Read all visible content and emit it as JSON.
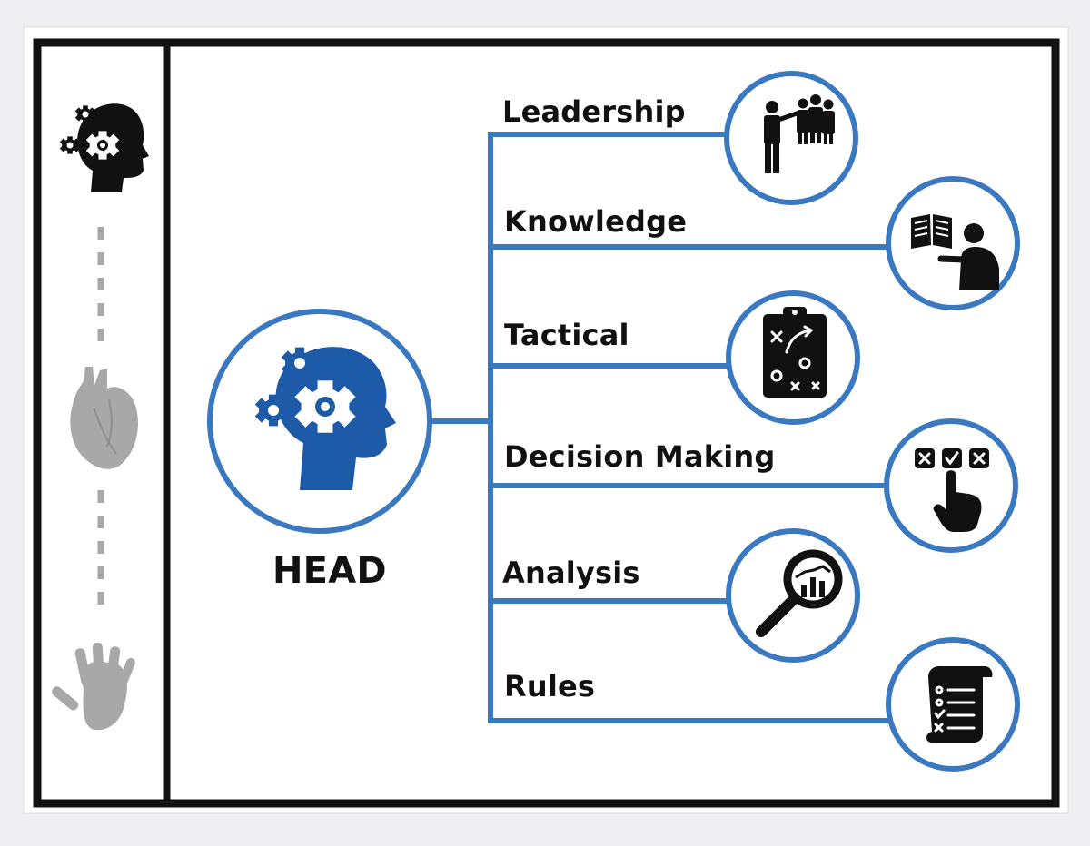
{
  "colors": {
    "accent": "#3a78c0",
    "icon_blue": "#1d5aa8",
    "frame": "#111111",
    "muted_icon": "#a8a8a8",
    "background": "#efeff1"
  },
  "sidebar": {
    "icons": [
      "head-gears-icon",
      "heart-icon",
      "hand-print-icon"
    ]
  },
  "center": {
    "label": "HEAD",
    "icon": "head-gears-icon"
  },
  "branches": [
    {
      "label": "Leadership",
      "icon": "leader-group-icon"
    },
    {
      "label": "Knowledge",
      "icon": "teacher-book-icon"
    },
    {
      "label": "Tactical",
      "icon": "clipboard-tactics-icon"
    },
    {
      "label": "Decision Making",
      "icon": "checkbox-choice-icon"
    },
    {
      "label": "Analysis",
      "icon": "magnifier-chart-icon"
    },
    {
      "label": "Rules",
      "icon": "scroll-list-icon"
    }
  ]
}
